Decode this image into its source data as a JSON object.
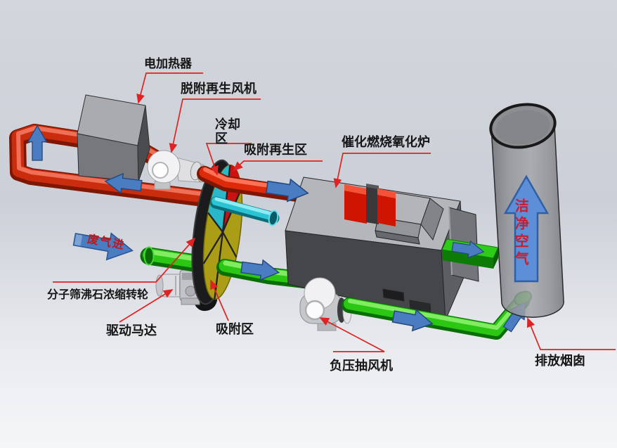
{
  "labels": {
    "heater": "电加热器",
    "desorption_fan": "脱附再生风机",
    "cooling_zone": "冷却区",
    "regeneration_zone": "吸附再生区",
    "furnace": "催化燃烧氧化炉",
    "waste_gas_in": "废气进",
    "clean_air": "洁净空气",
    "rotor_wheel": "分子筛沸石浓缩转轮",
    "drive_motor": "驱动马达",
    "adsorption_zone": "吸附区",
    "exhaust_fan": "负压抽风机",
    "stack": "排放烟囱"
  },
  "colors": {
    "hot_pipe": "#d82a0c",
    "clean_pipe": "#26c414",
    "cooling_pipe": "#2ac2d2",
    "flow_arrow": "#4a7cc2",
    "stack_arrow": "#5c8fd8",
    "leader_line": "#e02222",
    "wheel_face": "#ab9d15",
    "wheel_sector_regeneration": "#cc1111",
    "wheel_sector_cooling": "#2ab8c8",
    "label_text": "#161616",
    "accent_text": "#c01818"
  }
}
